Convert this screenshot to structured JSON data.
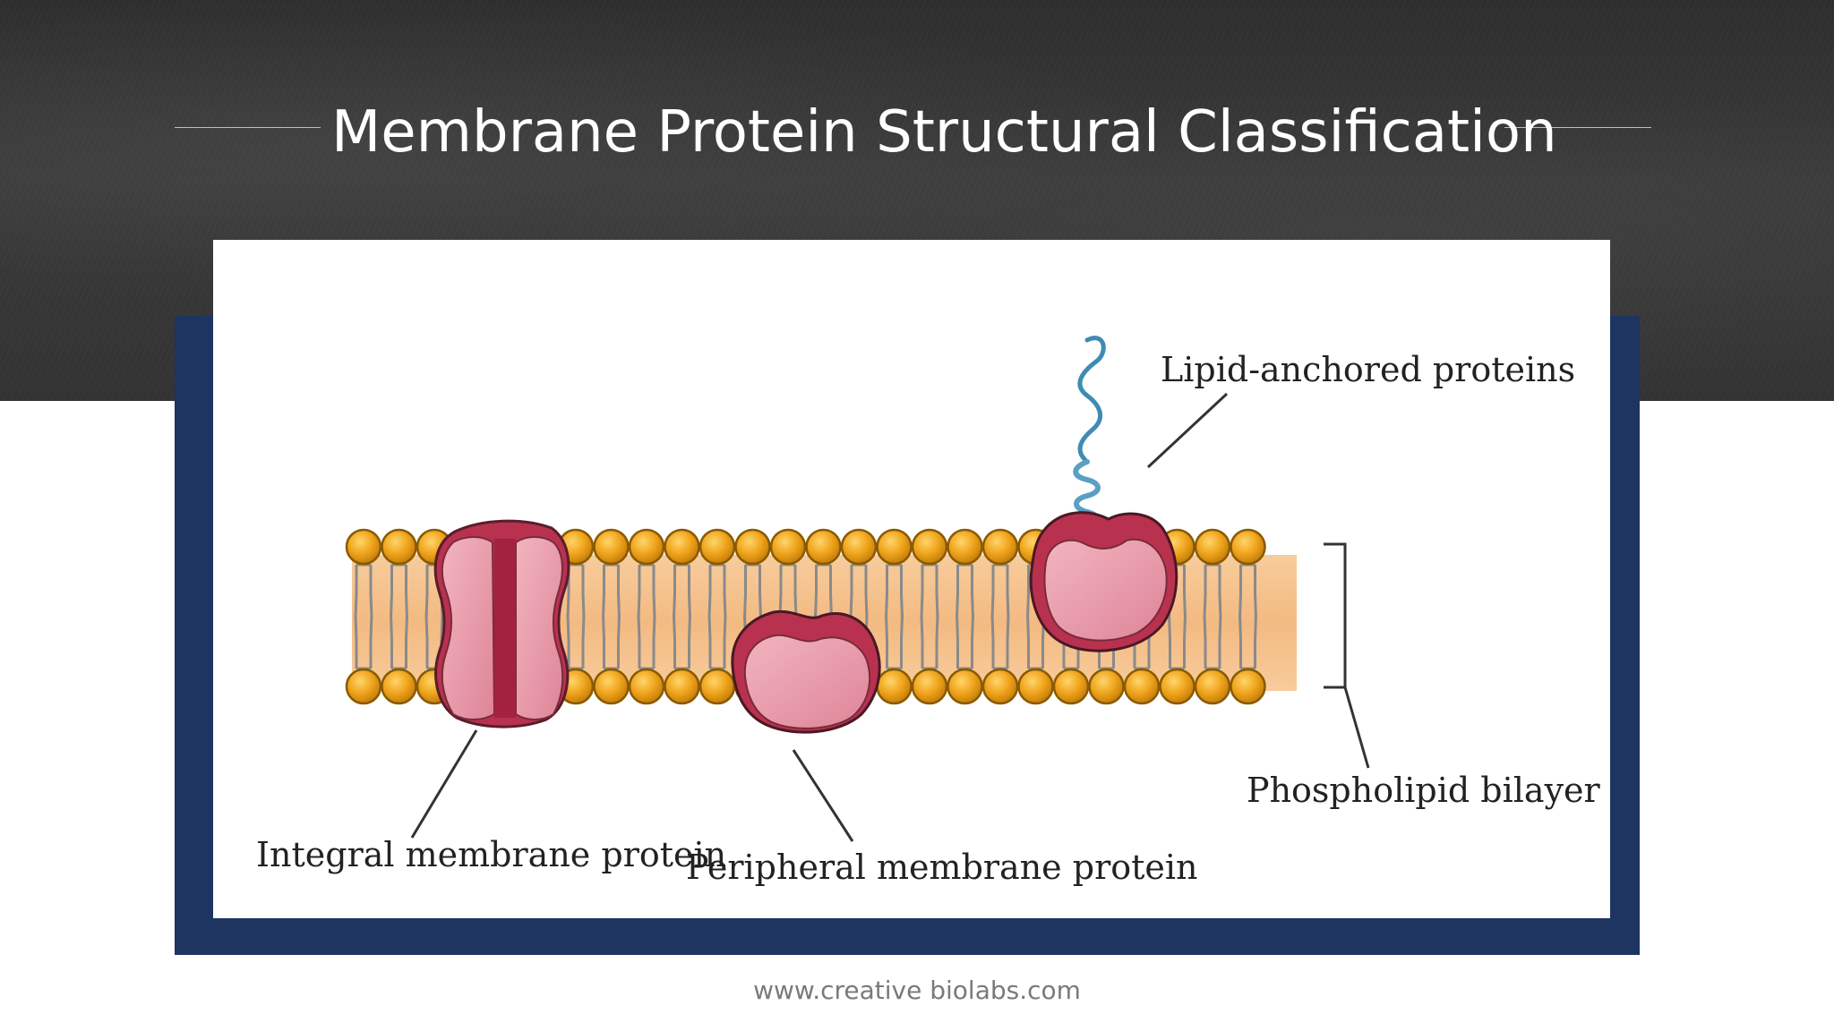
{
  "slide": {
    "title": "Membrane Protein Structural Classification",
    "footer": "www.creative biolabs.com"
  },
  "diagram": {
    "labels": {
      "lipid_anchored": "Lipid-anchored proteins",
      "integral": "Integral membrane protein",
      "peripheral": "Peripheral membrane protein",
      "bilayer": "Phospholipid bilayer"
    }
  },
  "colors": {
    "header_background": "#333333",
    "frame_navy": "#1e3461",
    "lipid_head": "#f0a51d",
    "lipid_core": "#f6c690",
    "protein_pink": "#e58fa0",
    "protein_dark": "#b8324f",
    "anchor_blue": "#5a9fc4"
  }
}
